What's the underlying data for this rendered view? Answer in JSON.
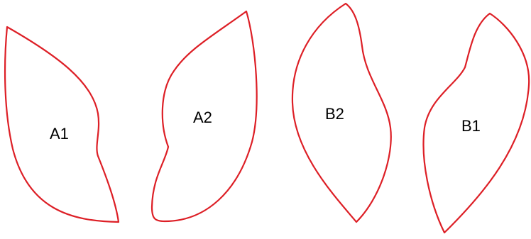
{
  "style": {
    "outline_color": "#dd1f26",
    "label_color": "#000000",
    "background": "#ffffff"
  },
  "shapes": [
    {
      "id": "a1",
      "label": "A1"
    },
    {
      "id": "a2",
      "label": "A2"
    },
    {
      "id": "b2",
      "label": "B2"
    },
    {
      "id": "b1",
      "label": "B1"
    }
  ]
}
